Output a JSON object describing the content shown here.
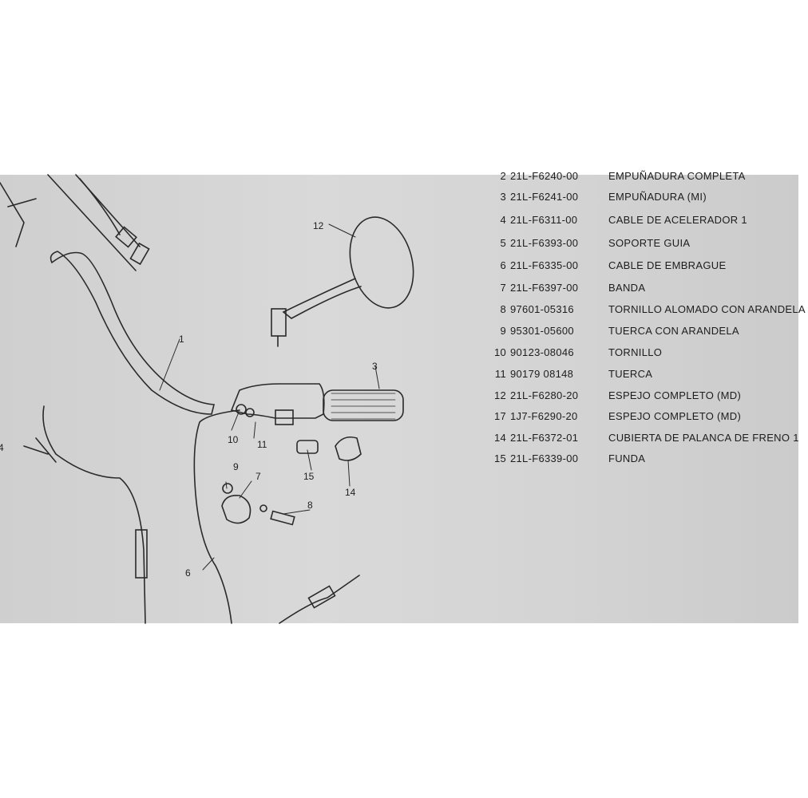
{
  "parts": [
    {
      "no": "2",
      "code": "21L-F6240-00",
      "desc": "EMPUÑADURA COMPLETA"
    },
    {
      "no": "3",
      "code": "21L-F6241-00",
      "desc": "EMPUÑADURA (MI)"
    },
    {
      "no": "4",
      "code": "21L-F6311-00",
      "desc": "CABLE DE ACELERADOR 1"
    },
    {
      "no": "5",
      "code": "21L-F6393-00",
      "desc": "SOPORTE GUIA"
    },
    {
      "no": "6",
      "code": "21L-F6335-00",
      "desc": "CABLE DE EMBRAGUE"
    },
    {
      "no": "7",
      "code": "21L-F6397-00",
      "desc": "BANDA"
    },
    {
      "no": "8",
      "code": "97601-05316",
      "desc": "TORNILLO ALOMADO CON ARANDELA"
    },
    {
      "no": "9",
      "code": "95301-05600",
      "desc": "TUERCA CON ARANDELA"
    },
    {
      "no": "10",
      "code": "90123-08046",
      "desc": "TORNILLO"
    },
    {
      "no": "11",
      "code": "90179 08148",
      "desc": "TUERCA"
    },
    {
      "no": "12",
      "code": "21L-F6280-20",
      "desc": "ESPEJO COMPLETO (MD)"
    },
    {
      "no": "17",
      "code": "1J7-F6290-20",
      "desc": "ESPEJO COMPLETO (MD)"
    },
    {
      "no": "14",
      "code": "21L-F6372-01",
      "desc": "CUBIERTA DE PALANCA DE FRENO 1"
    },
    {
      "no": "15",
      "code": "21L-F6339-00",
      "desc": "FUNDA"
    }
  ],
  "callouts": {
    "c1": "1",
    "c3": "3",
    "c4": "4",
    "c6": "6",
    "c7": "7",
    "c8": "8",
    "c9": "9",
    "c10": "10",
    "c11": "11",
    "c12": "12",
    "c14": "14",
    "c15": "15"
  }
}
